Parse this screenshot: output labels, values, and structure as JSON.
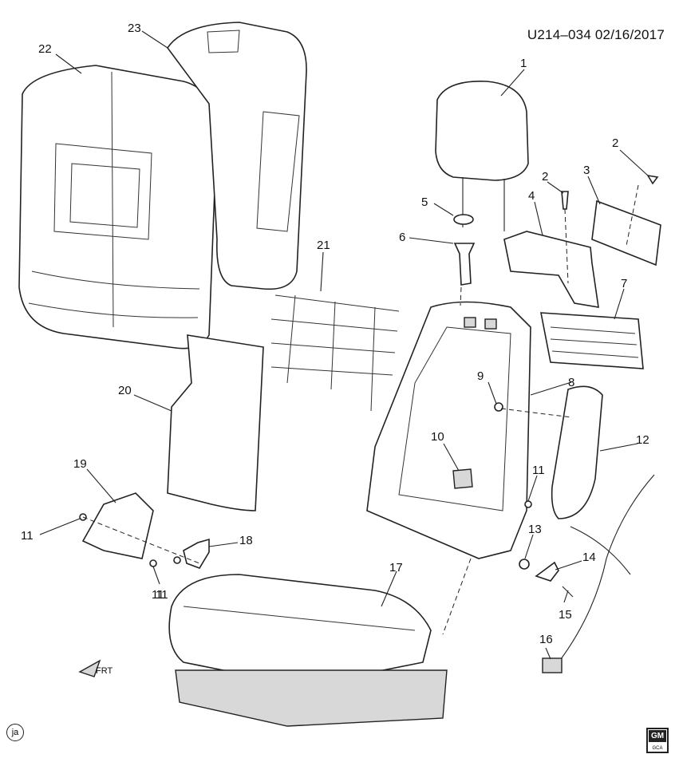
{
  "diagram_code": "U214–034 02/16/2017",
  "callouts": [
    "1",
    "2",
    "2",
    "3",
    "4",
    "5",
    "6",
    "7",
    "8",
    "9",
    "10",
    "11",
    "11",
    "11",
    "11",
    "12",
    "13",
    "14",
    "15",
    "16",
    "17",
    "18",
    "19",
    "20",
    "21",
    "22",
    "23"
  ],
  "front_arrow_label": "FRT",
  "ja_mark": "ja",
  "gm_logo_text": "GM",
  "gm_logo_sub": "GCA"
}
